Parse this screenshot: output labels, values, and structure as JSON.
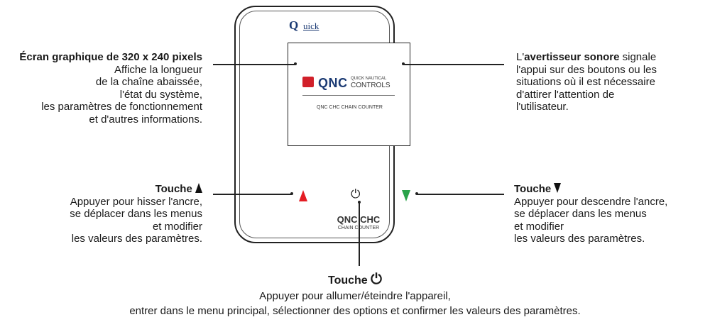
{
  "device": {
    "brand_q": "Q",
    "brand_rest": "uick",
    "screen_logo": "QNC",
    "screen_logo_sub1": "QUICK NAUTICAL",
    "screen_logo_sub2": "CONTROLS",
    "screen_caption": "QNC CHC CHAIN COUNTER",
    "model_label": "QNC CHC",
    "model_sub": "CHAIN COUNTER",
    "power_glyph": "⏻",
    "up_color": "#e41d23",
    "down_color": "#2aa34a"
  },
  "screen_callout": {
    "title": "Écran graphique de 320 x 240 pixels",
    "lines": [
      "Affiche la longueur",
      "de la chaîne abaissée,",
      "l'état du système,",
      "les paramètres de fonctionnement",
      "et d'autres informations."
    ]
  },
  "buzzer_callout": {
    "prefix": "L'",
    "bold": "avertisseur sonore",
    "suffix": " signale",
    "lines": [
      "l'appui sur des boutons ou les",
      "situations où il est nécessaire",
      "d'attirer l'attention de",
      "l'utilisateur."
    ]
  },
  "up_callout": {
    "title": "Touche",
    "lines": [
      "Appuyer pour hisser l'ancre,",
      "se déplacer dans les menus",
      "et modifier",
      "les valeurs des paramètres."
    ]
  },
  "down_callout": {
    "title": "Touche",
    "lines": [
      "Appuyer pour descendre l'ancre,",
      "se déplacer dans les menus",
      "et modifier",
      "les valeurs des paramètres."
    ]
  },
  "power_callout": {
    "title": "Touche",
    "lines": [
      "Appuyer pour allumer/éteindre l'appareil,",
      "entrer dans le menu principal, sélectionner des options et confirmer les valeurs des paramètres."
    ]
  }
}
